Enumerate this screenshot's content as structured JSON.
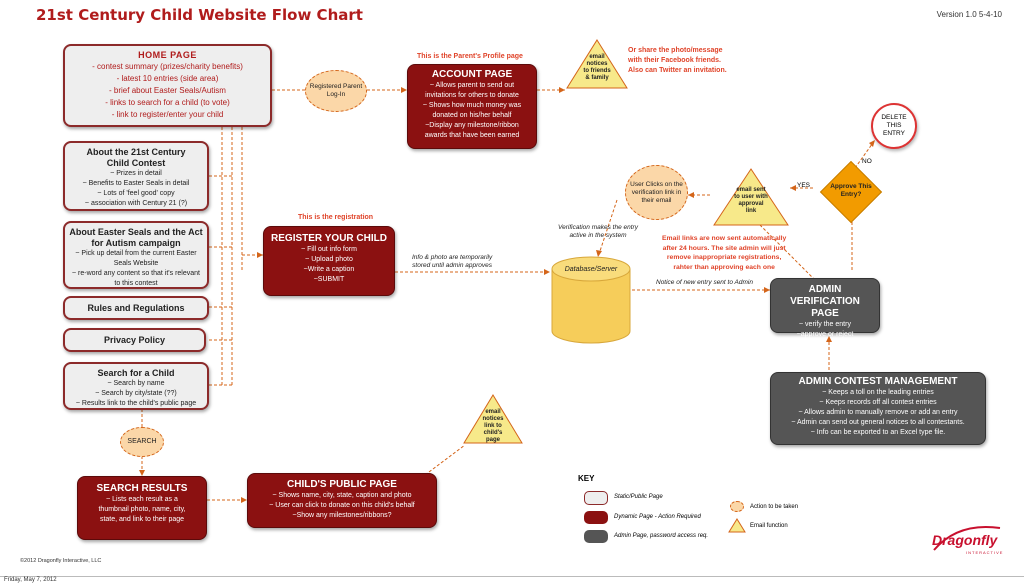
{
  "header": {
    "title": "21st Century Child Website Flow Chart",
    "version": "Version 1.0  5-4-10"
  },
  "home": {
    "title": "HOME PAGE",
    "lines": [
      "- contest summary (prizes/charity benefits)",
      "- latest 10 entries (side area)",
      "- brief about Easter Seals/Autism",
      "- links to search for a child (to vote)",
      "- link to register/enter your child"
    ]
  },
  "about_contest": {
    "title": "About the 21st Century Child Contest",
    "lines": [
      "~ Prizes in detail",
      "~ Benefits to Easter Seals in detail",
      "~ Lots of 'feel good' copy",
      "~ association with Century 21 (?)"
    ]
  },
  "about_seals": {
    "title": "About Easter Seals and the Act for Autism campaign",
    "lines": [
      "~ Pick up detail from the current Easter Seals Website",
      "~ re-word any content so that it's relevant to this contest"
    ]
  },
  "rules": {
    "title": "Rules and Regulations"
  },
  "privacy": {
    "title": "Privacy Policy"
  },
  "search": {
    "title": "Search for a Child",
    "lines": [
      "~ Search by name",
      "~ Search by city/state (??)",
      "~ Results link to the child's public page"
    ]
  },
  "search_action": "SEARCH",
  "search_results": {
    "title": "SEARCH RESULTS",
    "lines": [
      "~ Lists each result as a",
      "thumbnail photo, name, city,",
      "state, and link to their page"
    ]
  },
  "public_page": {
    "title": "CHILD'S PUBLIC PAGE",
    "lines": [
      "~ Shows name, city, state, caption and photo",
      "~ User can click to donate on this child's behalf",
      "~Show any milestones/ribbons?"
    ]
  },
  "email_public": "email notices link to child's page",
  "registered_login": "Registered Parent Log-In",
  "account": {
    "note": "This is the Parent's Profile page",
    "title": "ACCOUNT PAGE",
    "lines": [
      "~ Allows parent to send out",
      "invitations for others to donate",
      "~ Shows how much money was",
      "donated on his/her behalf",
      "~Display any milestone/ribbon",
      "awards that have been earned"
    ]
  },
  "email_friends": "email notices to friends & family",
  "share_note": [
    "Or share the photo/message",
    "with their Facebook friends.",
    "Also can Twitter an invitation."
  ],
  "register": {
    "note": "This is the registration",
    "title": "REGISTER YOUR CHILD",
    "lines": [
      "~ Fill out info form",
      "~ Upload photo",
      "~Write a caption",
      "~SUBMIT"
    ]
  },
  "info_note": [
    "Info & photo are temporarily",
    "stored until admin approves"
  ],
  "database": "Database/Server",
  "verify_note": [
    "Verification makes the entry",
    "active in the system"
  ],
  "notice_note": "Notice of new entry sent to Admin",
  "user_clicks": "User Clicks on the verification link in their email",
  "email_approval": "email sent to user with approval link",
  "auto_note": [
    "Email links are now sent automatically",
    "after 24 hours. The site admin will just",
    "remove inappropriate registrations,",
    "rahter than approving each one"
  ],
  "approve": "Approve This Entry?",
  "yes": "YES",
  "no": "NO",
  "delete": "DELETE THIS ENTRY",
  "admin_verify": {
    "title": "ADMIN VERIFICATION PAGE",
    "lines": [
      "~ verify the entry",
      "~approve or reject"
    ]
  },
  "admin_contest": {
    "title": "ADMIN CONTEST MANAGEMENT",
    "lines": [
      "~ Keeps a toll on the leading entries",
      "~ Keeps records off all contest entries",
      "~ Allows admin to manually remove or add an entry",
      "~ Admin can send out general notices to all contestants.",
      "~ Info can be exported to an Excel type file."
    ]
  },
  "key": {
    "title": "KEY",
    "static": "Static/Public Page",
    "dynamic": "Dynamic Page - Action Required",
    "admin": "Admin Page, password access req.",
    "action": "Action to be taken",
    "email": "Email function"
  },
  "copyright": "©2012 Dragonfly Interactive, LLC",
  "logo": "Dragonfly",
  "logo_sub": "INTERACTIVE",
  "print_date": "Friday, May 7, 2012",
  "colors": {
    "dynamic": "#8b1111",
    "admin": "#555555",
    "accent": "#b01c1c",
    "action": "#fbd7a8",
    "email": "#f7e98a"
  }
}
